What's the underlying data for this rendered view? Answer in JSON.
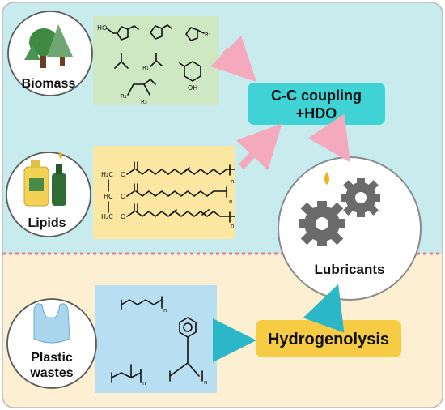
{
  "sources": {
    "biomass": {
      "label": "Biomass"
    },
    "lipids": {
      "label": "Lipids"
    },
    "plastic": {
      "label_line1": "Plastic",
      "label_line2": "wastes"
    }
  },
  "processes": {
    "cc_coupling": {
      "line1": "C-C coupling",
      "line2": "+HDO"
    },
    "hydrogenolysis": {
      "label": "Hydrogenolysis"
    }
  },
  "product": {
    "label": "Lubricants"
  },
  "chem_text": {
    "ho": "HO",
    "r1": "R₁",
    "r2": "R₂",
    "r3": "R₃",
    "oh": "OH",
    "h2c": "H₂C",
    "hc": "HC",
    "o": "O",
    "n": "n"
  },
  "colors": {
    "top_background": "#c8ecee",
    "bottom_background": "#fcefd2",
    "divider": "#e8788c",
    "biomass_panel": "#cfe8c4",
    "lipids_panel": "#fbe6a2",
    "plastic_panel": "#b7dff1",
    "cc_box": "#3fd3d6",
    "hydrogenolysis_box": "#f7cc45",
    "pink_arrow": "#f4a9bd",
    "teal_arrow": "#2bb7c7",
    "gear": "#6b6b6b"
  }
}
